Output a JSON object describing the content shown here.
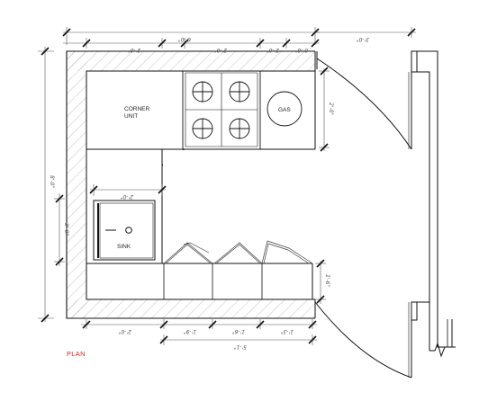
{
  "drawing": {
    "title": "PLAN",
    "title_color": "#d7261e",
    "line_color": "#111111",
    "hatch_color": "#9a9a9a"
  },
  "labels": {
    "corner_unit_1": "CORNER",
    "corner_unit_2": "UNIT",
    "gas": "GAS",
    "sink": "SINK"
  },
  "dimensions": {
    "top_total": "6'-0\"",
    "top_seg1": "2'-0\"",
    "top_seg2": "2'-0\"",
    "top_seg3": "2'-0\"",
    "top_seg4": "0'-6\"",
    "top_right": "3'-0\"",
    "left_total": "8'-0\"",
    "left_sink": "3'-0\"",
    "sink_top": "2'-0\"",
    "right_door_top": "2'-0\"",
    "right_door_bottom": "1'-6\"",
    "bottom_seg1": "2'-0\"",
    "bottom_seg2": "1'-9\"",
    "bottom_seg3": "1'-6\"",
    "bottom_seg4": "1'-3\"",
    "bottom_total": "5'-1\""
  }
}
